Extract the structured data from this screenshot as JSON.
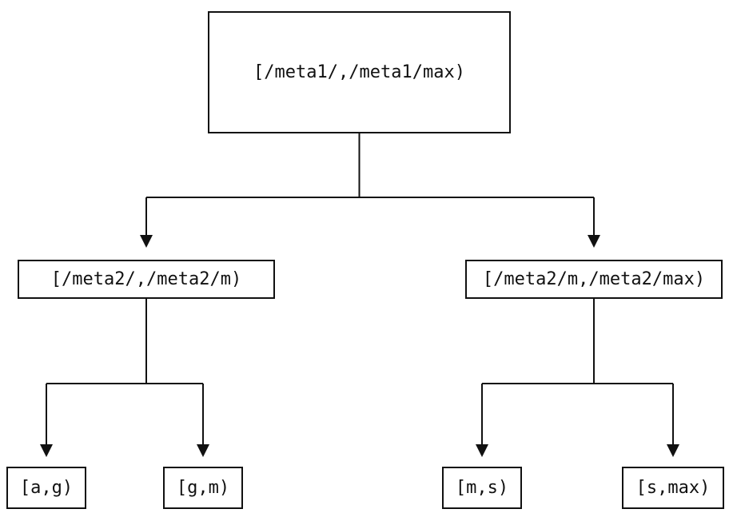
{
  "diagram": {
    "type": "binary-interval-tree",
    "background_color": "#ffffff",
    "line_color": "#111111",
    "nodes": {
      "root": "[/meta1/,/meta1/max)",
      "left": "[/meta2/,/meta2/m)",
      "right": "[/meta2/m,/meta2/max)",
      "leaf_1": "[a,g)",
      "leaf_2": "[g,m)",
      "leaf_3": "[m,s)",
      "leaf_4": "[s,max)"
    },
    "edges": [
      {
        "from": "root",
        "to": "left"
      },
      {
        "from": "root",
        "to": "right"
      },
      {
        "from": "left",
        "to": "leaf_1"
      },
      {
        "from": "left",
        "to": "leaf_2"
      },
      {
        "from": "right",
        "to": "leaf_3"
      },
      {
        "from": "right",
        "to": "leaf_4"
      }
    ]
  }
}
